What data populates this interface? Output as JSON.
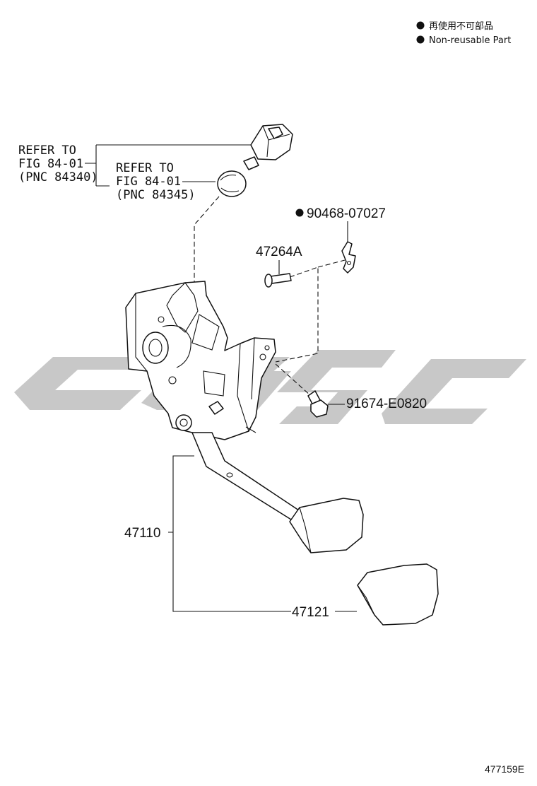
{
  "legend": {
    "items": [
      {
        "text": "再使用不可部品"
      },
      {
        "text": "Non-reusable Part"
      }
    ]
  },
  "refs": {
    "ref1": {
      "line1": "REFER TO",
      "line2": "FIG 84-01",
      "line3": "(PNC 84340)"
    },
    "ref2": {
      "line1": "REFER TO",
      "line2": "FIG 84-01",
      "line3": "(PNC 84345)"
    }
  },
  "parts": {
    "clip": "90468-07027",
    "pin": "47264A",
    "bolt": "91674-E0820",
    "pedal_assy": "47110",
    "pedal_pad": "47121"
  },
  "figure_code": "477159E",
  "watermark_color": "#c8c8c8"
}
